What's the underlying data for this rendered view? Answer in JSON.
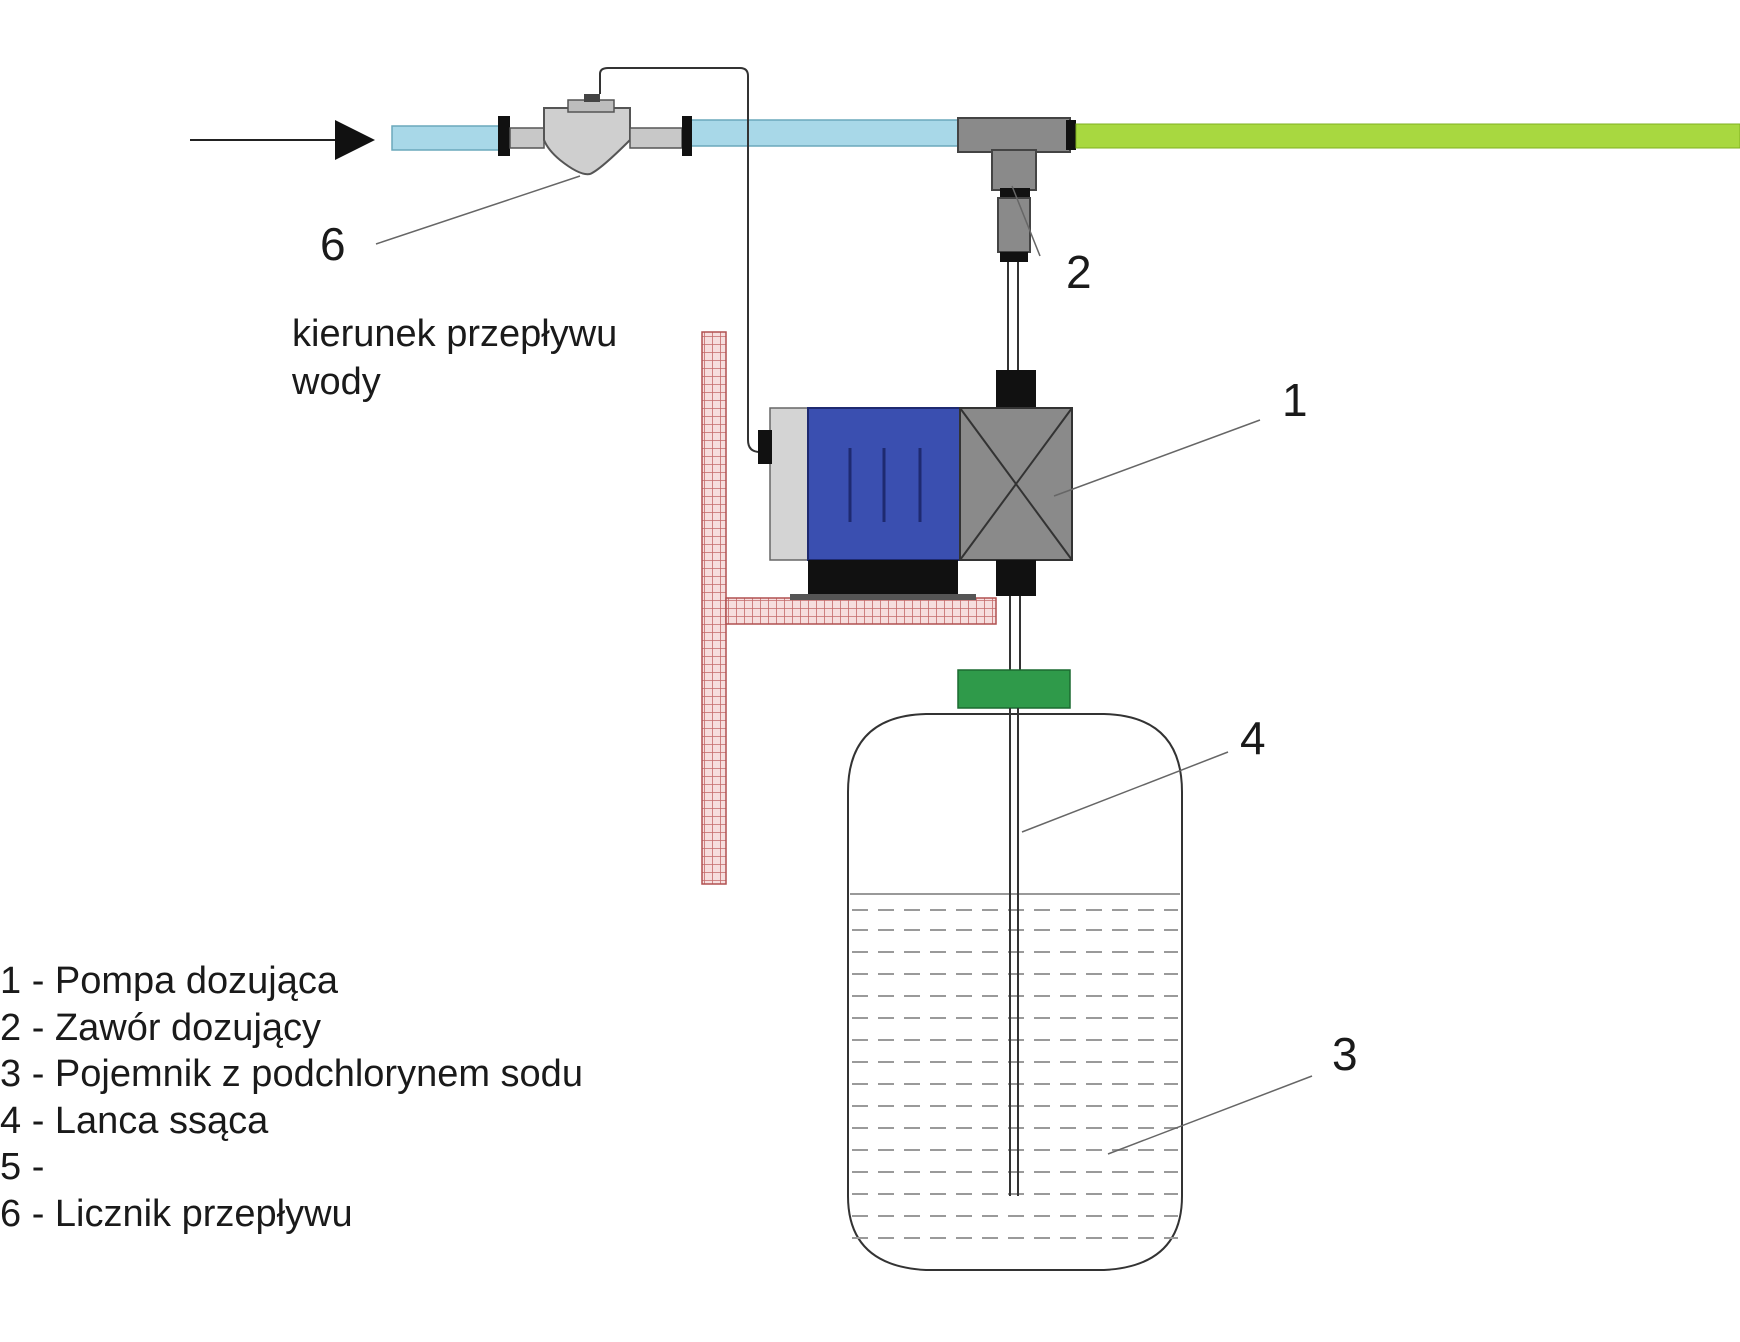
{
  "callouts": {
    "pump": "1",
    "valve": "2",
    "container": "3",
    "lance": "4",
    "meter": "6"
  },
  "flow_caption": {
    "line1": "kierunek przepływu",
    "line2": "wody"
  },
  "legend": [
    "1 - Pompa dozująca",
    "2 - Zawór dozujący",
    "3 - Pojemnik z podchlorynem sodu",
    "4 - Lanca ssąca",
    "5 -",
    "6 - Licznik przepływu"
  ],
  "colors": {
    "inlet_pipe": "#a8d8e8",
    "outlet_pipe": "#a8d840",
    "pump_body": "#3a4fb0",
    "pump_head": "#8a8a8a",
    "container_cap": "#2f9a4a",
    "bracket": "#d8a0a0"
  }
}
